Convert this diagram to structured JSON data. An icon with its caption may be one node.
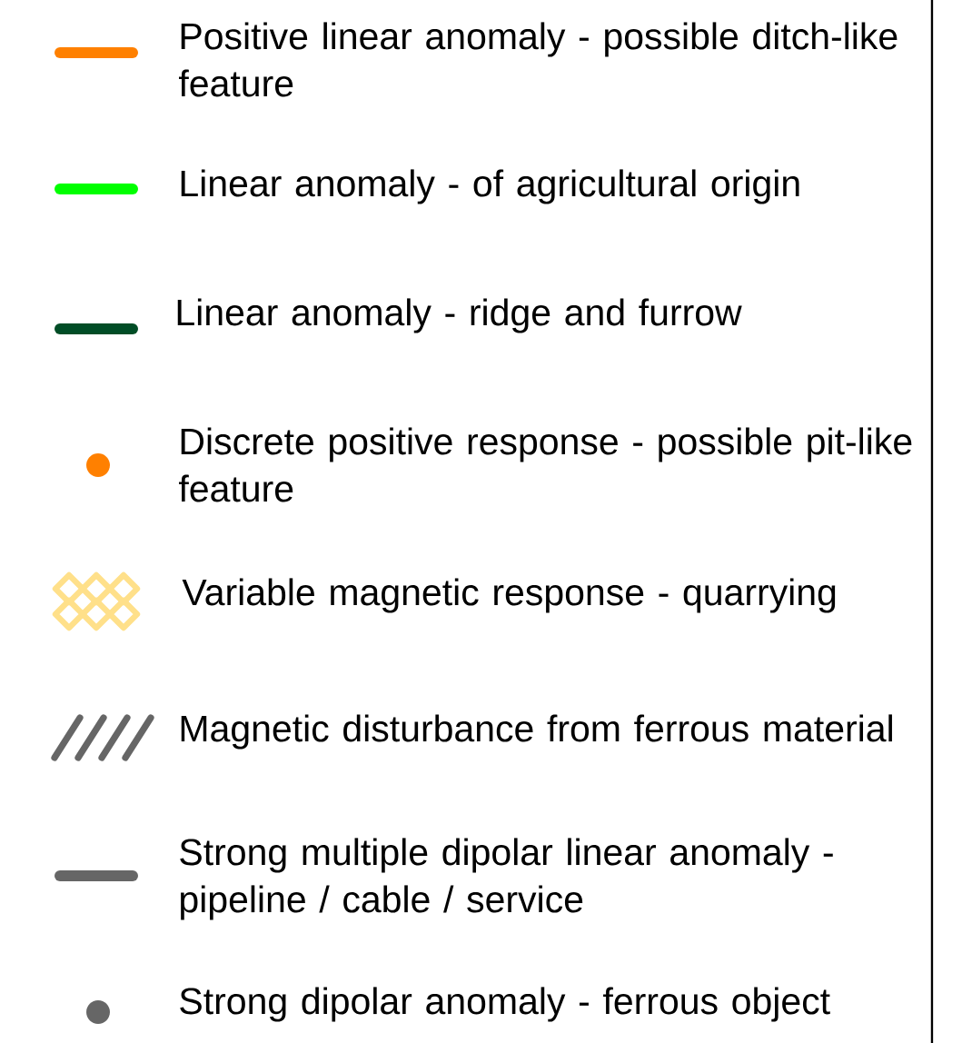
{
  "diagram": {
    "legend": [
      {
        "text": "Positive linear anomaly - possible ditch-like feature"
      },
      {
        "text": "Linear anomaly - of agricultural origin"
      },
      {
        "text": "Linear anomaly - ridge and furrow"
      },
      {
        "text": "Discrete positive response - possible pit-like feature",
        "color": "#ff8000"
      },
      {
        "text": "Variable magnetic response - quarrying"
      },
      {
        "text": "Magnetic disturbance from ferrous material"
      },
      {
        "text": "Strong multiple dipolar linear anomaly - pipeline / cable / service"
      },
      {
        "text": "Strong dipolar anomaly - ferrous object",
        "color": "#666666"
      }
    ]
  }
}
